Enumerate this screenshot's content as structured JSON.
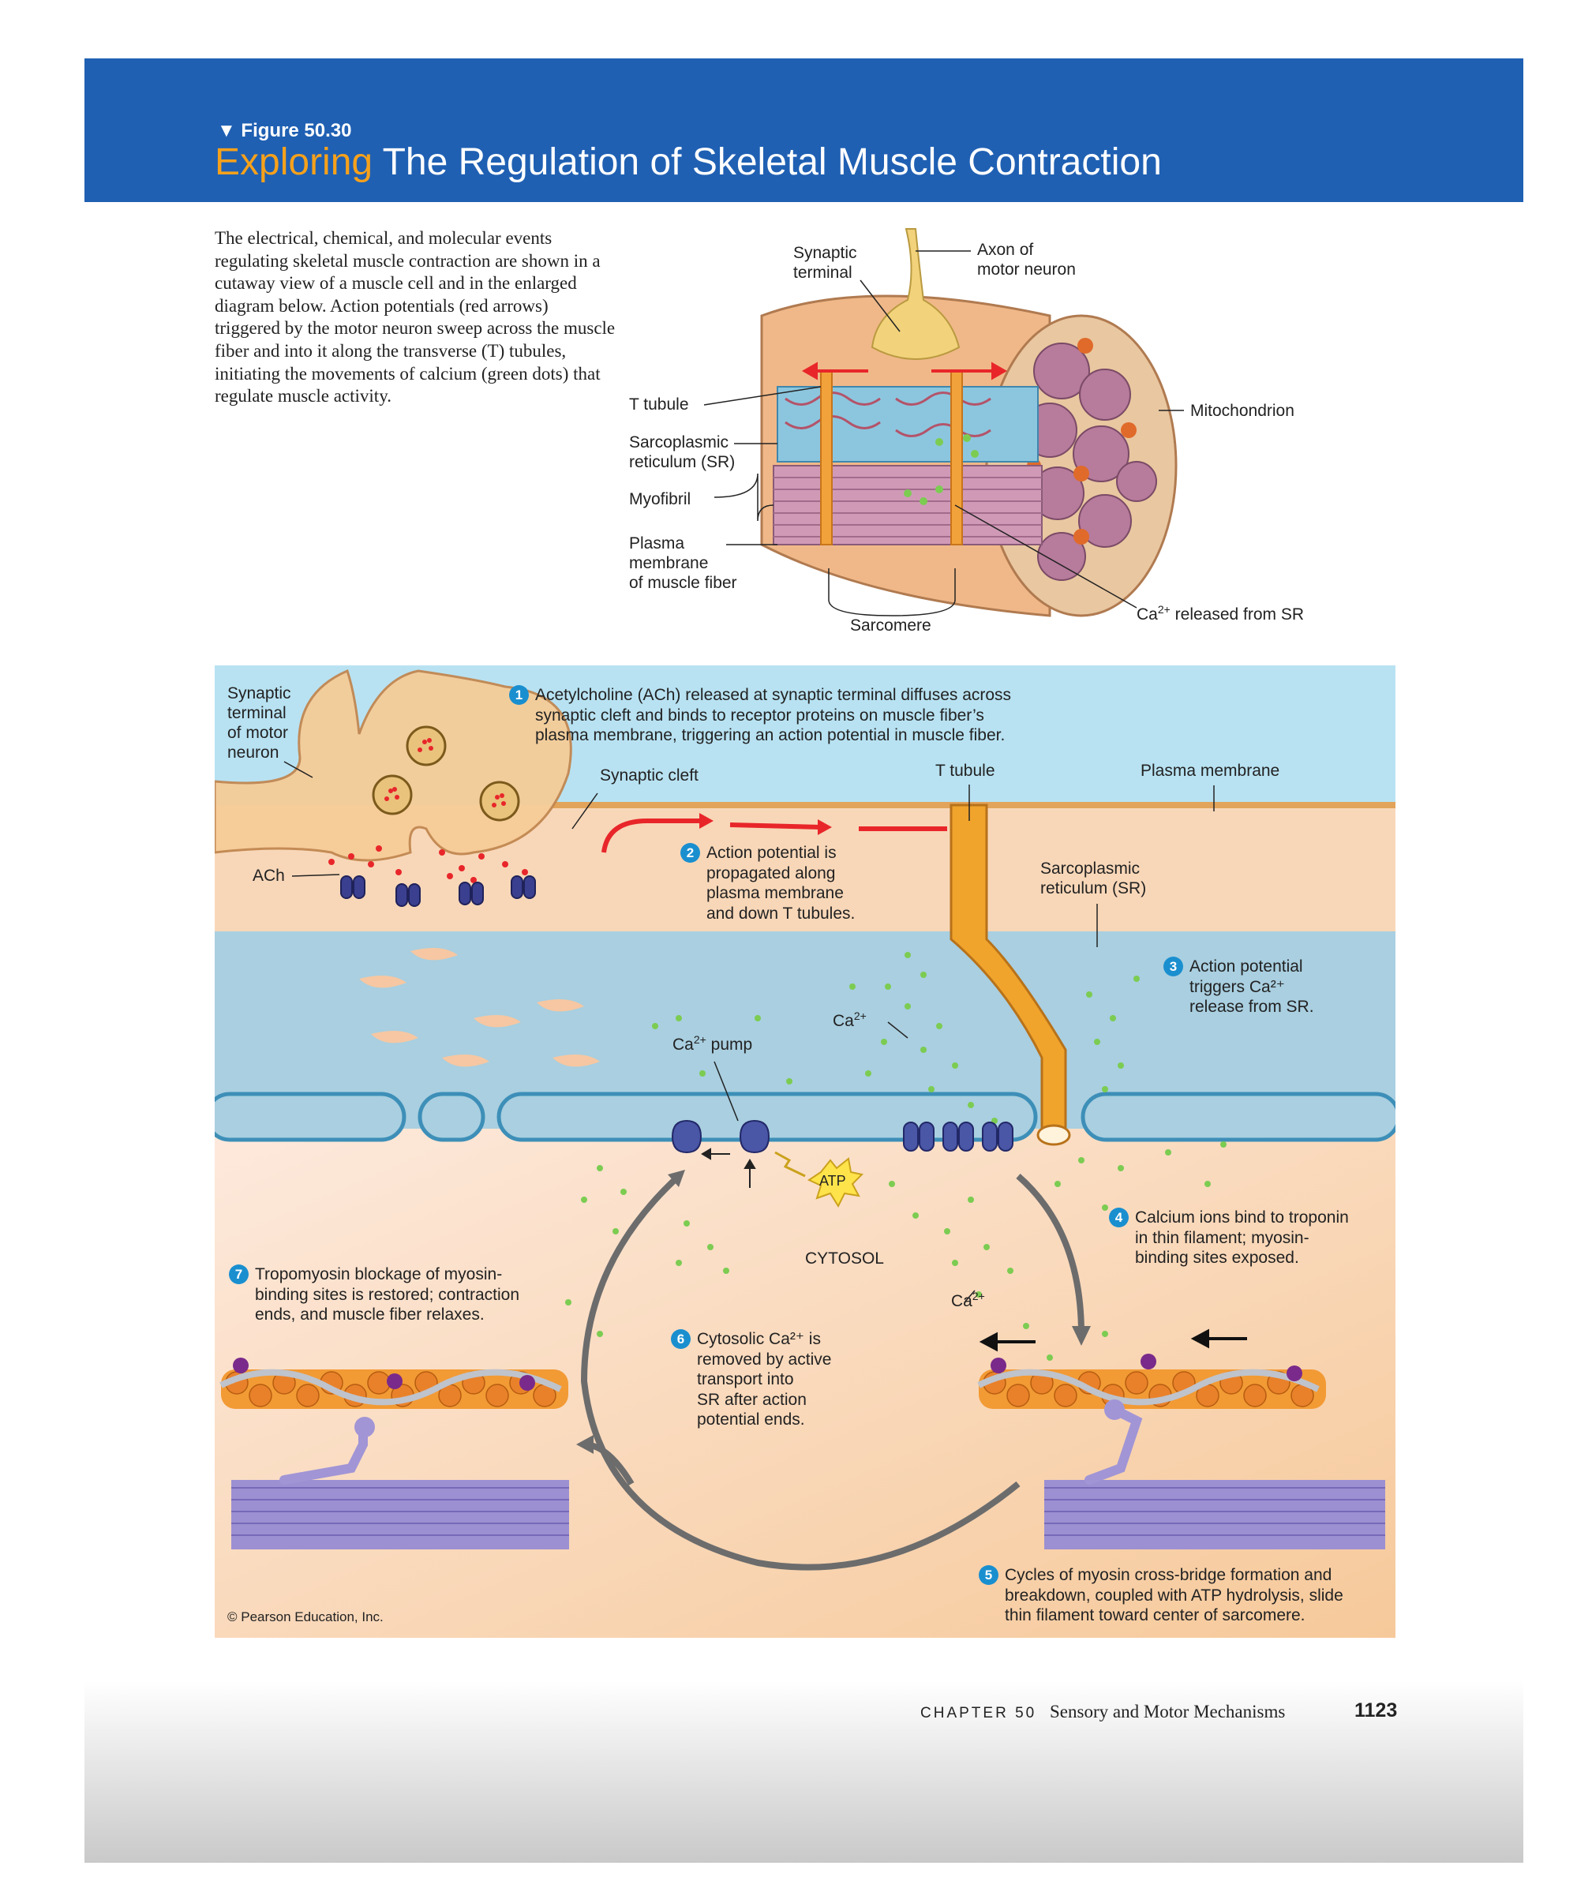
{
  "header": {
    "figure_number": "▼ Figure 50.30",
    "title_accent": "Exploring",
    "title_rest": " The Regulation of Skeletal Muscle Contraction"
  },
  "intro_text": "The electrical, chemical, and molecular events regulating skeletal muscle contraction are shown in a cutaway view of a muscle cell and in the enlarged diagram below. Action potentials (red arrows) triggered by the motor neuron sweep across the muscle fiber and into it along the transverse (T) tubules, initiating the movements of calcium (green dots) that regulate muscle activity.",
  "top_diagram": {
    "synaptic_terminal": "Synaptic\nterminal",
    "axon": "Axon of\nmotor neuron",
    "t_tubule": "T tubule",
    "mitochondrion": "Mitochondrion",
    "sr": "Sarcoplasmic\nreticulum (SR)",
    "myofibril": "Myofibril",
    "plasma_membrane": "Plasma\nmembrane\nof muscle fiber",
    "ca_released_pre": "Ca",
    "ca_released_sup": "2+",
    "ca_released_post": " released from SR",
    "sarcomere": "Sarcomere"
  },
  "bottom_diagram": {
    "synaptic_terminal_motor": "Synaptic\nterminal\nof motor\nneuron",
    "ach": "ACh",
    "synaptic_cleft": "Synaptic cleft",
    "t_tubule": "T tubule",
    "plasma_membrane": "Plasma membrane",
    "sr": "Sarcoplasmic\nreticulum (SR)",
    "ca_pump_pre": "Ca",
    "ca_pump_sup": "2+",
    "ca_pump_post": " pump",
    "ca_a_pre": "Ca",
    "ca_a_sup": "2+",
    "ca_b_pre": "Ca",
    "ca_b_sup": "2+",
    "atp": "ATP",
    "cytosol": "CYTOSOL",
    "copyright": "© Pearson Education, Inc.",
    "steps": [
      {
        "n": "1",
        "text": "Acetylcholine (ACh) released at synaptic terminal diffuses across\nsynaptic cleft and binds to receptor proteins on muscle fiber’s\nplasma membrane, triggering an action potential in muscle fiber."
      },
      {
        "n": "2",
        "text": "Action potential is\npropagated along\nplasma membrane\nand down T tubules."
      },
      {
        "n": "3",
        "text": "Action potential\ntriggers Ca²⁺\nrelease from SR."
      },
      {
        "n": "4",
        "text": "Calcium ions bind to troponin\nin thin filament; myosin-\nbinding sites exposed."
      },
      {
        "n": "5",
        "text": "Cycles of myosin cross-bridge formation and\nbreakdown, coupled with ATP hydrolysis, slide\nthin filament toward center of sarcomere."
      },
      {
        "n": "6",
        "text": "Cytosolic Ca²⁺ is\nremoved by active\ntransport into\nSR after action\npotential ends."
      },
      {
        "n": "7",
        "text": "Tropomyosin blockage of myosin-\nbinding sites is restored; contraction\nends, and muscle fiber relaxes."
      }
    ]
  },
  "footer": {
    "chapter": "CHAPTER 50",
    "chapter_title": "Sensory and Motor Mechanisms",
    "page": "1123"
  },
  "colors": {
    "banner": "#1f60b3",
    "accent": "#f5a11c",
    "step_circle": "#1a8fcf",
    "calcium": "#7ccc52",
    "action_potential": "#e8262a"
  }
}
